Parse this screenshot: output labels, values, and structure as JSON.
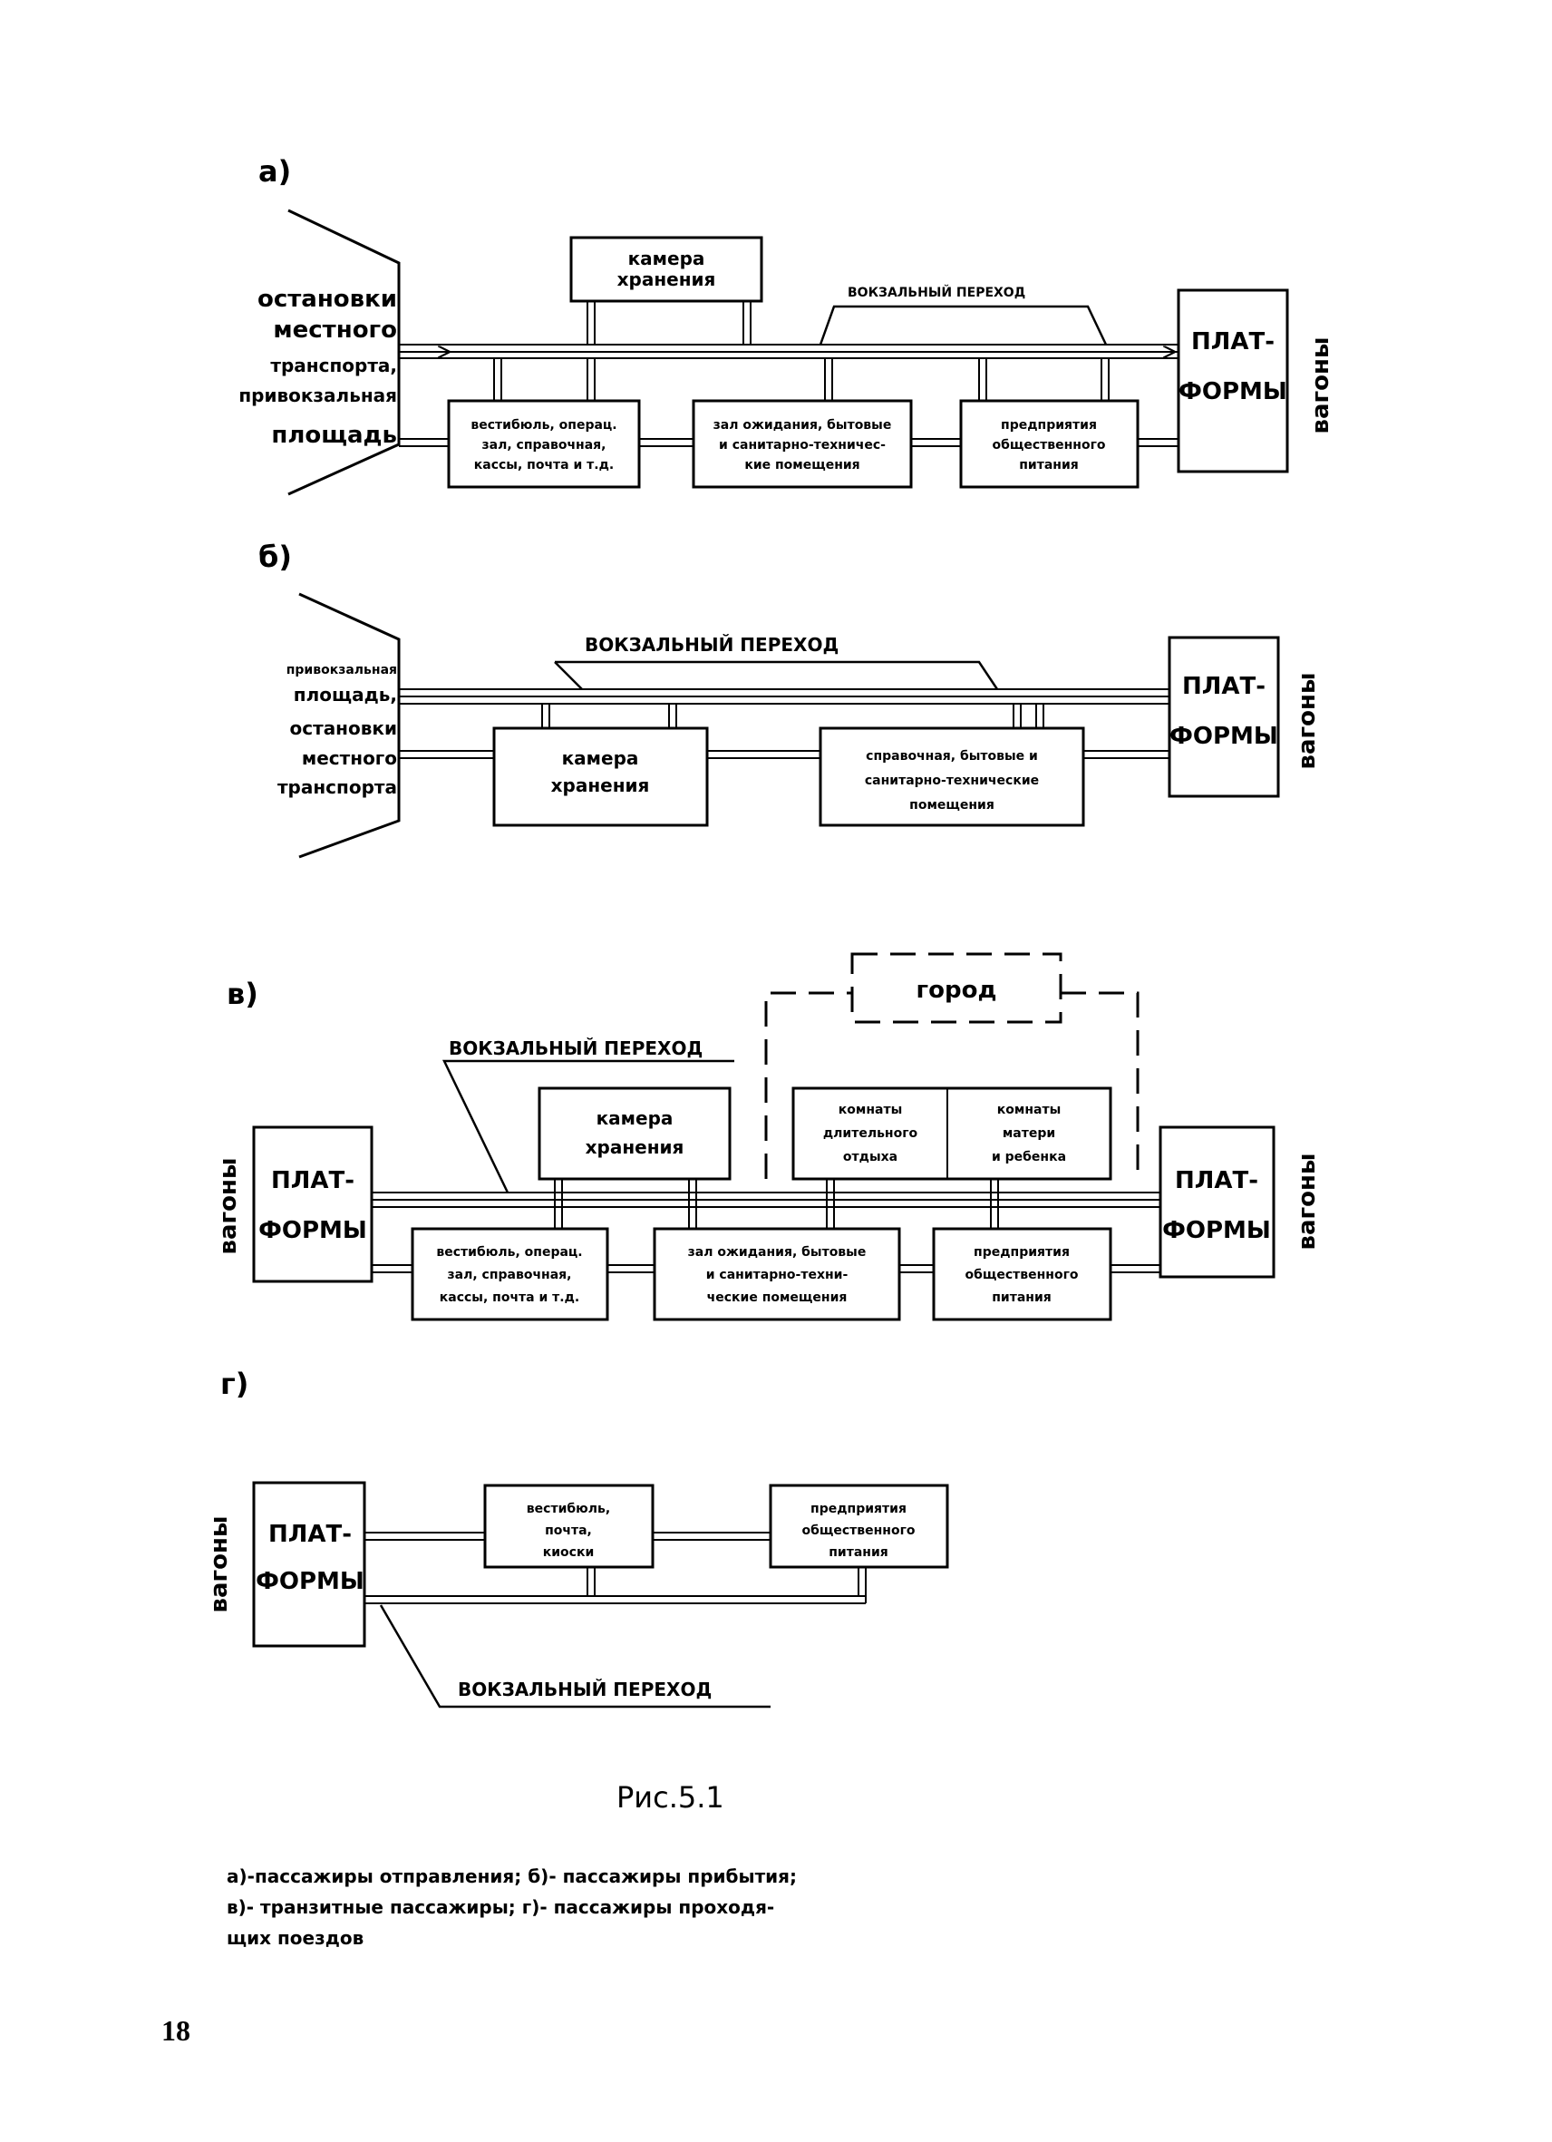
{
  "diagram_a": {
    "label": "а)",
    "left_text": [
      "остановки",
      "местного",
      "транспорта,",
      "привокзальная",
      "площадь"
    ],
    "storage": [
      "камера",
      "хранения"
    ],
    "passage": "ВОКЗАЛЬНЫЙ ПЕРЕХОД",
    "box1": [
      "вестибюль, операц.",
      "зал, справочная,",
      "кассы, почта и т.д."
    ],
    "box2": [
      "зал ожидания, бытовые",
      "и санитарно-техничес-",
      "кие помещения"
    ],
    "box3": [
      "предприятия",
      "общественного",
      "питания"
    ],
    "platforms": [
      "ПЛАТ-",
      "ФОРМЫ"
    ],
    "wagons": "вагоны"
  },
  "diagram_b": {
    "label": "б)",
    "left_text": [
      "привокзальная",
      "площадь,",
      "остановки",
      "местного",
      "транспорта"
    ],
    "passage": "ВОКЗАЛЬНЫЙ ПЕРЕХОД",
    "storage": [
      "камера",
      "хранения"
    ],
    "box2": [
      "справочная, бытовые и",
      "санитарно-технические",
      "помещения"
    ],
    "platforms": [
      "ПЛАТ-",
      "ФОРМЫ"
    ],
    "wagons": "вагоны"
  },
  "diagram_v": {
    "label": "в)",
    "city": "город",
    "passage": "ВОКЗАЛЬНЫЙ ПЕРЕХОД",
    "storage": [
      "камера",
      "хранения"
    ],
    "rooms1": [
      "комнаты",
      "длительного",
      "отдыха"
    ],
    "rooms2": [
      "комнаты",
      "матери",
      "и ребенка"
    ],
    "box1": [
      "вестибюль, операц.",
      "зал, справочная,",
      "кассы, почта и т.д."
    ],
    "box2": [
      "зал ожидания, бытовые",
      "и санитарно-техни-",
      "ческие помещения"
    ],
    "box3": [
      "предприятия",
      "общественного",
      "питания"
    ],
    "platforms": [
      "ПЛАТ-",
      "ФОРМЫ"
    ],
    "wagons": "вагоны"
  },
  "diagram_g": {
    "label": "г)",
    "box1": [
      "вестибюль,",
      "почта,",
      "киоски"
    ],
    "box2": [
      "предприятия",
      "общественного",
      "питания"
    ],
    "platforms": [
      "ПЛАТ-",
      "ФОРМЫ"
    ],
    "wagons": "вагоны",
    "passage": "ВОКЗАЛЬНЫЙ ПЕРЕХОД"
  },
  "figure_caption": "Рис.5.1",
  "legend": [
    "а)-пассажиры отправления; б)- пассажиры прибытия;",
    "в)- транзитные пассажиры; г)- пассажиры проходя-",
    "щих поездов"
  ],
  "page_number": "18"
}
